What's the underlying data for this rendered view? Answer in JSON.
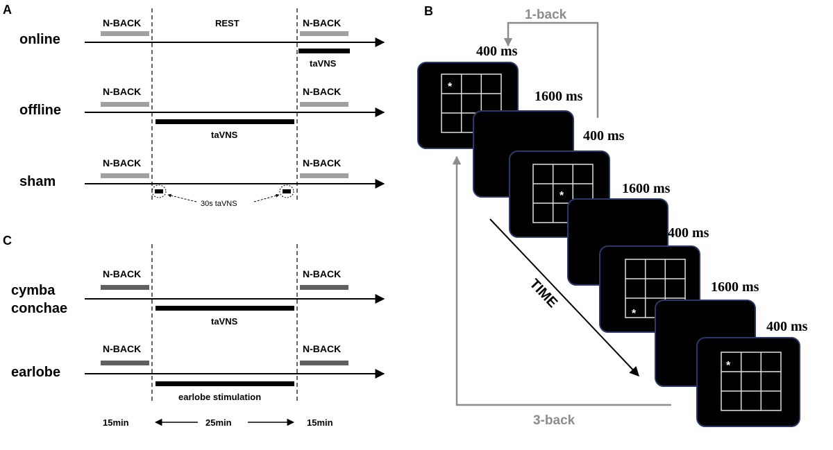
{
  "panel_a": {
    "letter": "A",
    "rows": [
      {
        "label": "online",
        "pre": "N-BACK",
        "middle": "REST",
        "post": "N-BACK",
        "stim": "taVNS"
      },
      {
        "label": "offline",
        "pre": "N-BACK",
        "post": "N-BACK",
        "stim": "taVNS"
      },
      {
        "label": "sham",
        "pre": "N-BACK",
        "post": "N-BACK",
        "stim": "30s taVNS"
      }
    ]
  },
  "panel_b": {
    "letter": "B",
    "one_back": "1-back",
    "three_back": "3-back",
    "time": "TIME",
    "durations": [
      "400 ms",
      "1600 ms",
      "400 ms",
      "1600 ms",
      "400 ms",
      "1600 ms",
      "400 ms"
    ],
    "star": "*"
  },
  "panel_c": {
    "letter": "C",
    "rows": [
      {
        "label_line1": "cymba",
        "label_line2": "conchae",
        "pre": "N-BACK",
        "post": "N-BACK",
        "stim": "taVNS"
      },
      {
        "label_line1": "earlobe",
        "pre": "N-BACK",
        "post": "N-BACK",
        "stim": "earlobe stimulation"
      }
    ],
    "time_pre": "15min",
    "time_mid": "25min",
    "time_post": "15min"
  },
  "colors": {
    "gray_bar": "#a0a0a0",
    "dark_gray_bar": "#606060",
    "black": "#000000",
    "arrow_gray": "#8c8c8c",
    "screen_border": "#2a3a6a"
  }
}
